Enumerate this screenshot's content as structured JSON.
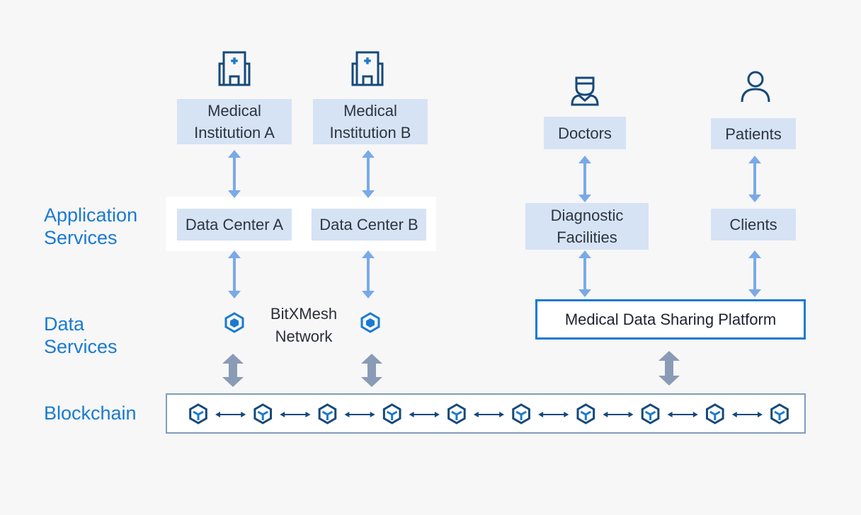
{
  "layers": {
    "application": "Application\nServices",
    "data": "Data\nServices",
    "blockchain": "Blockchain"
  },
  "nodes": {
    "institution_a": [
      "Medical",
      "Institution A"
    ],
    "institution_b": [
      "Medical",
      "Institution B"
    ],
    "data_center_a": "Data Center A",
    "data_center_b": "Data Center B",
    "doctors": "Doctors",
    "patients": "Patients",
    "diagnostic": [
      "Diagnostic",
      "Facilities"
    ],
    "clients": "Clients"
  },
  "network_label": [
    "BitXMesh",
    "Network"
  ],
  "platform_label": "Medical Data Sharing Platform",
  "blockchain_block_count": 10,
  "icons": {
    "hospital": "hospital-icon",
    "doctor": "doctor-icon",
    "patient": "person-icon",
    "hub": "hexagon-node-icon",
    "block": "cube-block-icon"
  },
  "colors": {
    "accent": "#1a7ad0",
    "node_fill": "#d6e3f4",
    "arrow_light": "#7aa9e8",
    "arrow_gray": "#8a9bb5",
    "dark_blue": "#16497a"
  }
}
